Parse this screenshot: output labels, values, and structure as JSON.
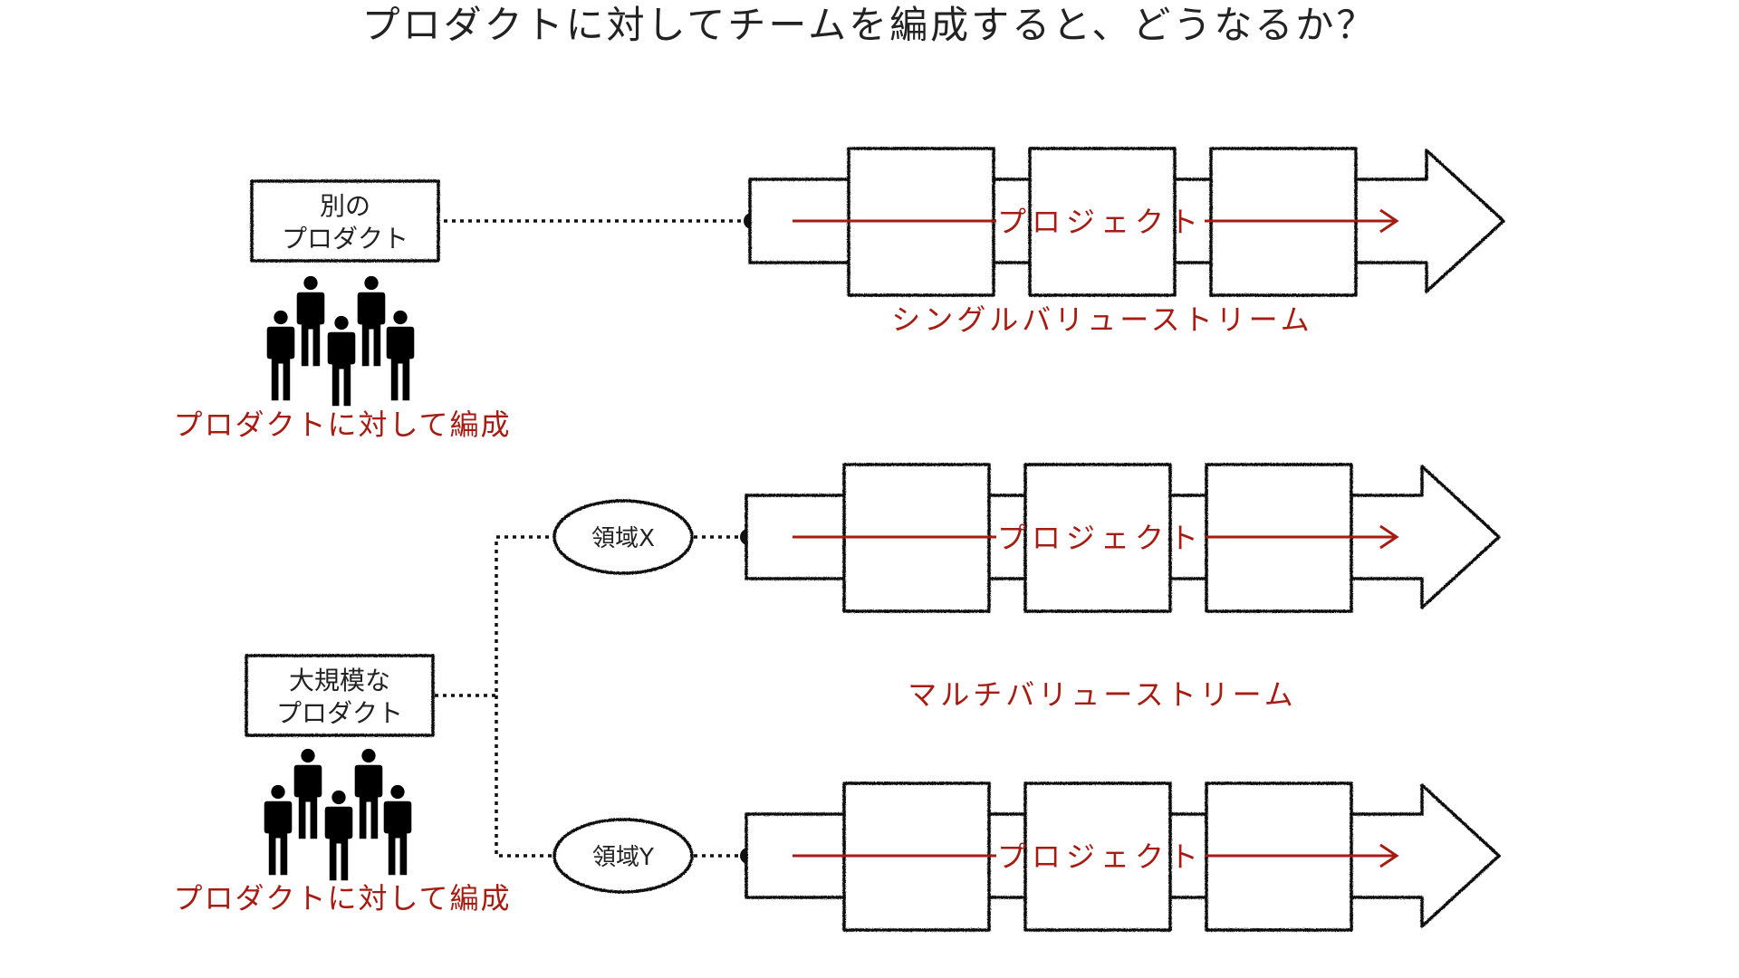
{
  "title": "プロダクトに対してチームを編成すると、どうなるか？",
  "top": {
    "product_box": [
      "別の",
      "プロダクト"
    ],
    "team_label": "プロダクトに対して編成",
    "project_label": "プロジェクト",
    "stream_label": "シングルバリューストリーム"
  },
  "bottom": {
    "product_box": [
      "大規模な",
      "プロダクト"
    ],
    "team_label": "プロダクトに対して編成",
    "domains": [
      {
        "label": "領域X",
        "project_label": "プロジェクト"
      },
      {
        "label": "領域Y",
        "project_label": "プロジェクト"
      }
    ],
    "stream_label": "マルチバリューストリーム"
  },
  "colors": {
    "accent_red": "#a61b12",
    "ink": "#111111"
  },
  "icons": [
    "person-icon"
  ]
}
